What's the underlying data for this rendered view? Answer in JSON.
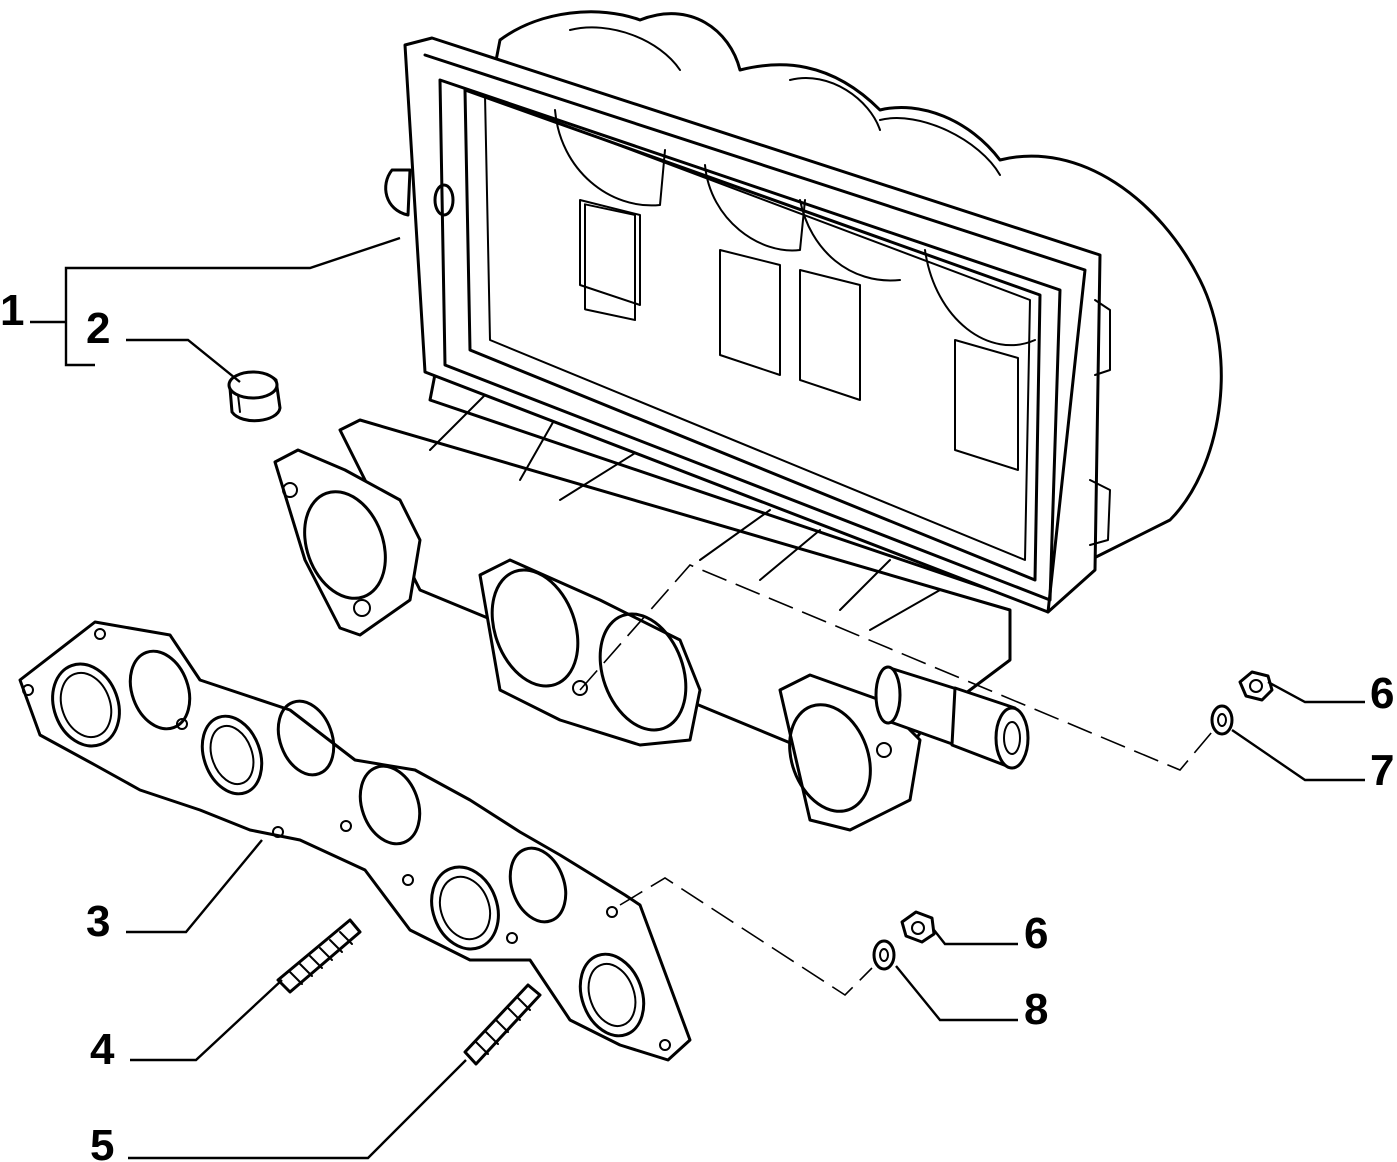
{
  "diagram": {
    "callouts": [
      {
        "id": "1",
        "label": "1"
      },
      {
        "id": "2",
        "label": "2"
      },
      {
        "id": "3",
        "label": "3"
      },
      {
        "id": "4",
        "label": "4"
      },
      {
        "id": "5",
        "label": "5"
      },
      {
        "id": "6a",
        "label": "6"
      },
      {
        "id": "7",
        "label": "7"
      },
      {
        "id": "6b",
        "label": "6"
      },
      {
        "id": "8",
        "label": "8"
      }
    ]
  }
}
